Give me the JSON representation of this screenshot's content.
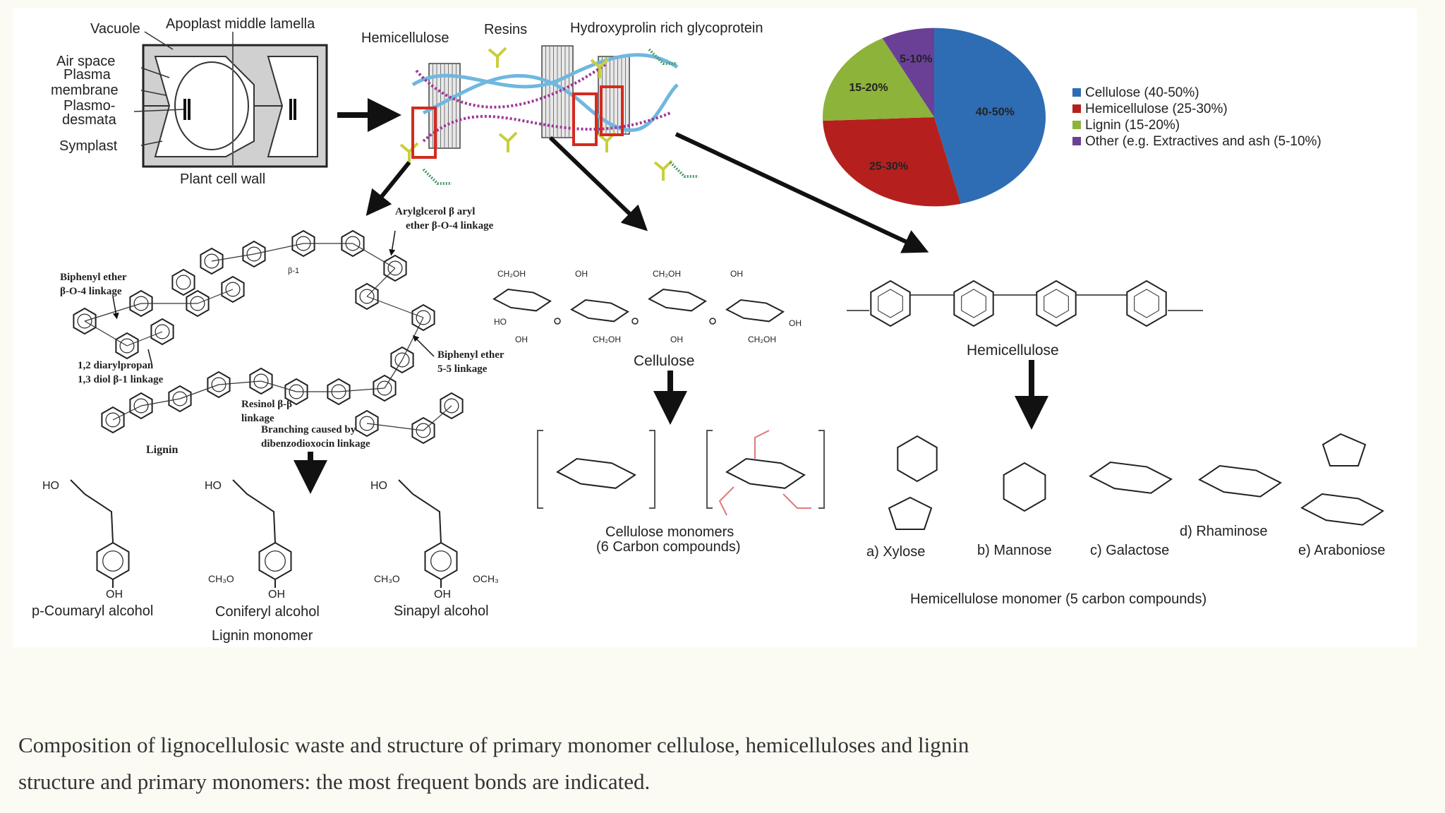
{
  "cell_wall": {
    "labels": {
      "vacuole": "Vacuole",
      "apoplast": "Apoplast middle lamella",
      "air_space": "Air space",
      "plasma": "Plasma",
      "membrane": "membrane",
      "plasmo": "Plasmo-",
      "desmata": "desmata",
      "symplast": "Symplast",
      "caption": "Plant cell wall"
    }
  },
  "fibril": {
    "labels": {
      "hemicellulose": "Hemicellulose",
      "resins": "Resins",
      "glycoprotein": "Hydroxyprolin rich glycoprotein"
    }
  },
  "chart_data": {
    "type": "pie",
    "slices": [
      {
        "label": "40-50%",
        "value": 45,
        "color": "#2e6db4"
      },
      {
        "label": "25-30%",
        "value": 27.5,
        "color": "#b5201e"
      },
      {
        "label": "15-20%",
        "value": 17.5,
        "color": "#8db33a"
      },
      {
        "label": "5-10%",
        "value": 7.5,
        "color": "#6a4096"
      }
    ],
    "legend": [
      {
        "label": "Cellulose (40-50%)",
        "color": "#2e6db4"
      },
      {
        "label": "Hemicellulose (25-30%)",
        "color": "#b5201e"
      },
      {
        "label": "Lignin (15-20%)",
        "color": "#8db33a"
      },
      {
        "label": "Other (e.g. Extractives and ash (5-10%)",
        "color": "#6a4096"
      }
    ],
    "legend_position": "right"
  },
  "lignin": {
    "title": "Lignin",
    "linkages": {
      "arylglycerol_1": "Arylglcerol β aryl",
      "arylglycerol_2": "ether β-O-4 linkage",
      "biphenyl_ether_1": "Biphenyl ether",
      "biphenyl_ether_2": "β-O-4 linkage",
      "beta1": "β-1",
      "diarylpropan_1": "1,2 diarylpropan",
      "diarylpropan_2": "1,3 diol β-1 linkage",
      "biphenyl_55_1": "Biphenyl ether",
      "biphenyl_55_2": "5-5 linkage",
      "resinol_1": "Resinol β-β",
      "resinol_2": "linkage",
      "branching_1": "Branching caused by",
      "branching_2": "dibenzodioxocin linkage"
    },
    "monomers": [
      {
        "name": "p-Coumaryl alcohol",
        "ho": "HO",
        "oh": "OH",
        "left": "",
        "right": ""
      },
      {
        "name": "Coniferyl alcohol",
        "ho": "HO",
        "oh": "OH",
        "left": "CH₃O",
        "right": ""
      },
      {
        "name": "Sinapyl alcohol",
        "ho": "HO",
        "oh": "OH",
        "left": "CH₃O",
        "right": "OCH₃"
      }
    ],
    "monomer_title": "Lignin monomer"
  },
  "cellulose": {
    "title": "Cellulose",
    "groups": {
      "ch2oh": "CH₂OH",
      "oh": "OH",
      "ho": "HO"
    },
    "monomers_title_1": "Cellulose monomers",
    "monomers_title_2": "(6 Carbon compounds)"
  },
  "hemicellulose": {
    "title": "Hemicellulose",
    "monomers": [
      {
        "name": "a) Xylose"
      },
      {
        "name": "b) Mannose"
      },
      {
        "name": "c) Galactose"
      },
      {
        "name": "d) Rhaminose"
      },
      {
        "name": "e) Araboniose"
      }
    ],
    "monomer_title": "Hemicellulose monomer (5 carbon compounds)"
  },
  "caption": {
    "line1": "Composition of lignocellulosic waste and structure of primary monomer cellulose, hemicelluloses and lignin",
    "line2": "structure and primary monomers: the most frequent bonds are indicated."
  }
}
